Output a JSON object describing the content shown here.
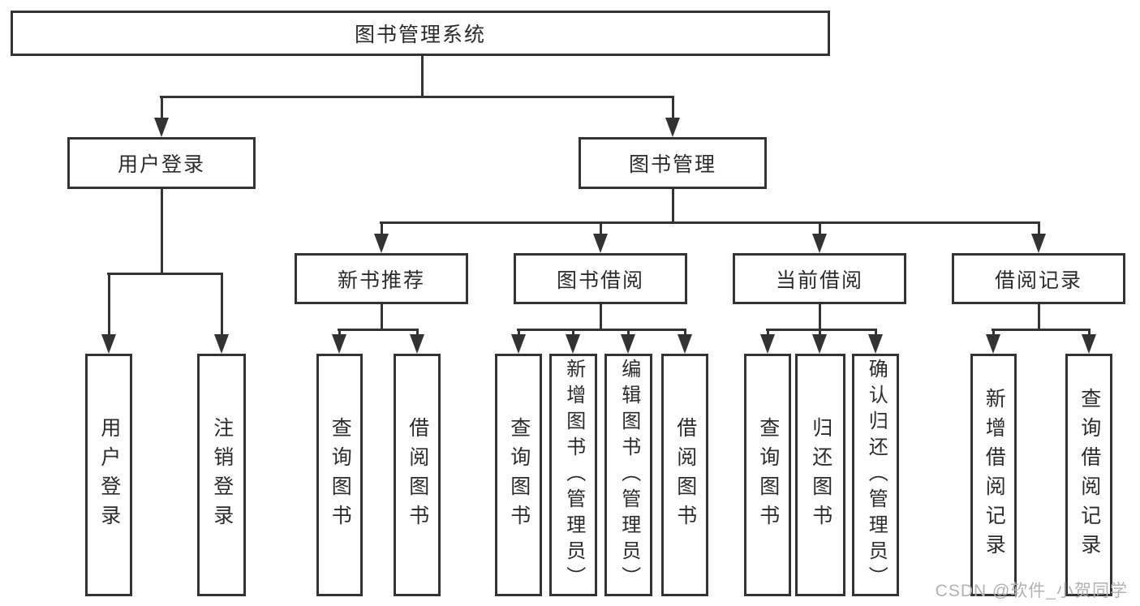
{
  "tree": {
    "label": "图书管理系统",
    "children": [
      {
        "label": "用户登录",
        "children": [
          {
            "label": "用户登录"
          },
          {
            "label": "注销登录"
          }
        ]
      },
      {
        "label": "图书管理",
        "children": [
          {
            "label": "新书推荐",
            "children": [
              {
                "label": "查询图书"
              },
              {
                "label": "借阅图书"
              }
            ]
          },
          {
            "label": "图书借阅",
            "children": [
              {
                "label": "查询图书"
              },
              {
                "label": "新增图书（管理员）"
              },
              {
                "label": "编辑图书（管理员）"
              },
              {
                "label": "借阅图书"
              }
            ]
          },
          {
            "label": "当前借阅",
            "children": [
              {
                "label": "查询图书"
              },
              {
                "label": "归还图书"
              },
              {
                "label": "确认归还（管理员）"
              }
            ]
          },
          {
            "label": "借阅记录",
            "children": [
              {
                "label": "新增借阅记录"
              },
              {
                "label": "查询借阅记录"
              }
            ]
          }
        ]
      }
    ]
  },
  "watermark": {
    "text": "CSDN @软件_小贺同学"
  },
  "colors": {
    "line": "#333333",
    "text": "#2b2b2b",
    "background": "#ffffff",
    "watermark": "#b2b2b2"
  }
}
